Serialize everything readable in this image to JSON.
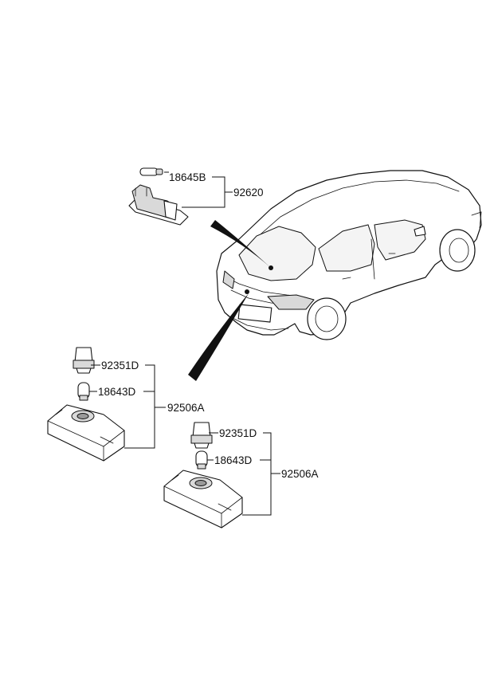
{
  "callouts": {
    "bulb_18645b": "18645B",
    "lamp_assy_92620": "92620",
    "socket_92351d_a": "92351D",
    "bulb_18643d_a": "18643D",
    "lamp_assy_92506a_a": "92506A",
    "socket_92351d_b": "92351D",
    "bulb_18643d_b": "18643D",
    "lamp_assy_92506a_b": "92506A"
  }
}
